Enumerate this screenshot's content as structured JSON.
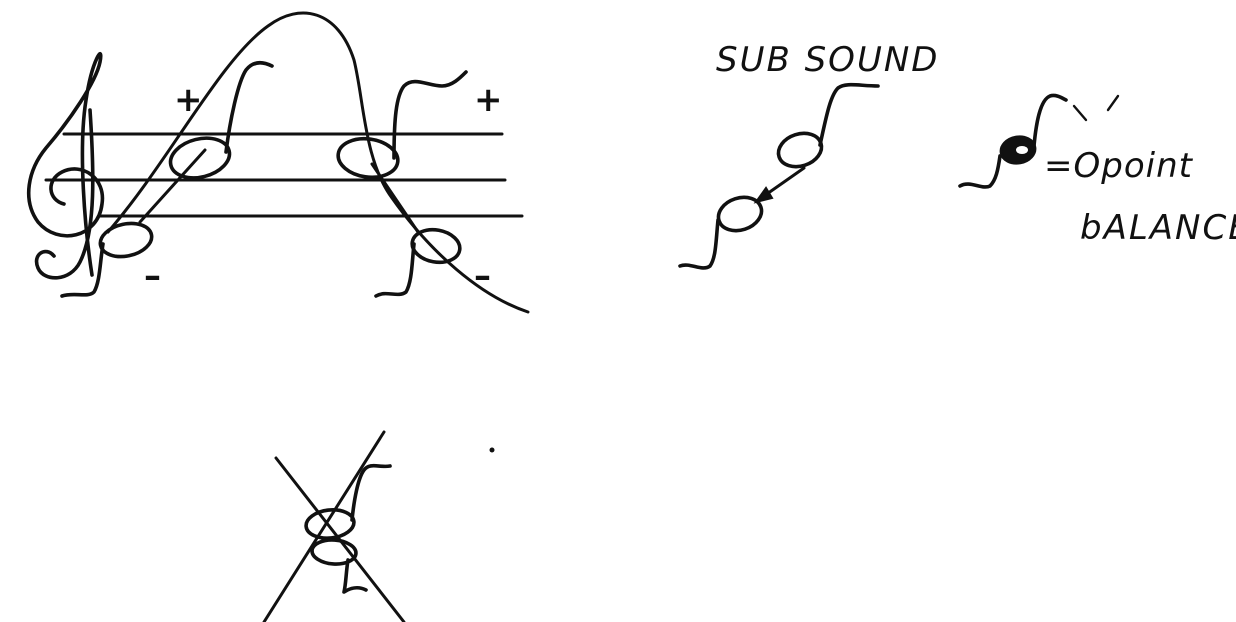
{
  "diagram": {
    "labels": {
      "sub_sound": "SUB SOUND",
      "zero_point": "=Opoint",
      "balance": "bALANCE"
    },
    "staff_signs": {
      "plus_left": "+",
      "plus_right": "+",
      "minus_left": "–",
      "minus_right": "–"
    }
  },
  "colors": {
    "ink": "#111111",
    "paper": "#ffffff"
  }
}
